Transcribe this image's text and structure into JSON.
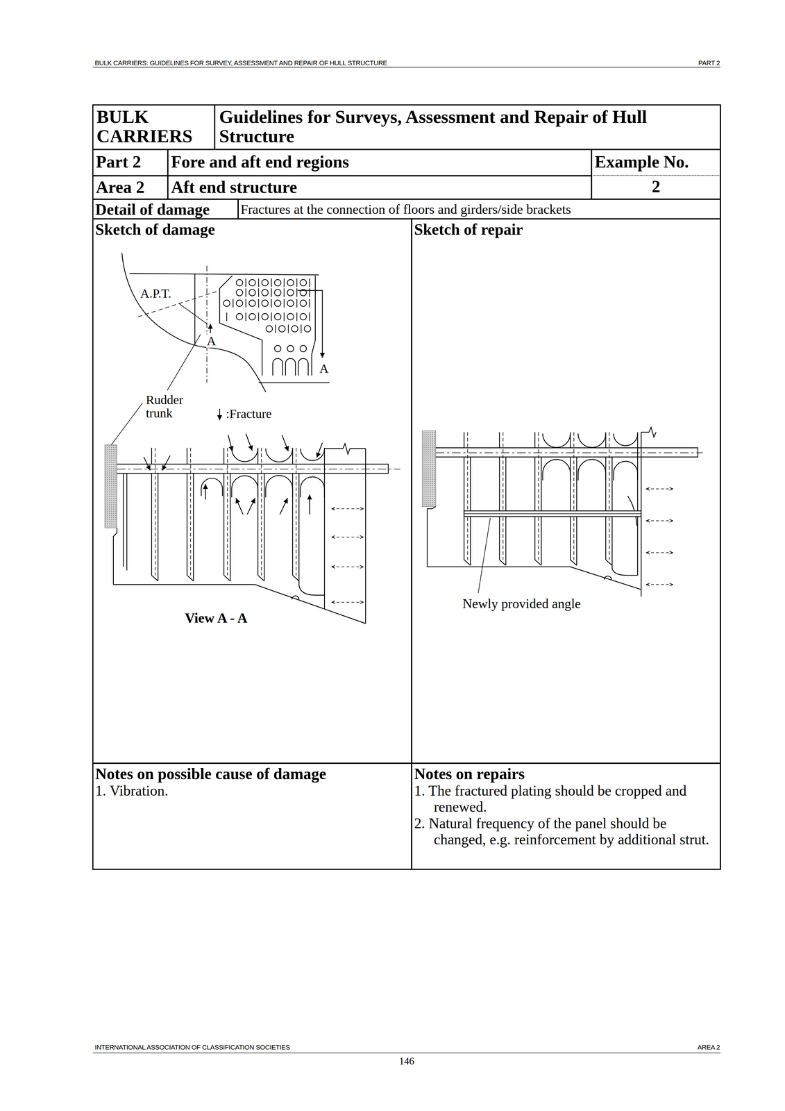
{
  "diagram": {
    "nodes": [
      {
        "text": [
          "BULK CARRIERS"
        ]
      },
      {
        "text": [
          "Guidelines for Surveys, Assessment and Repair of Hull Structure"
        ]
      },
      {
        "text": [
          "Part 2"
        ]
      },
      {
        "text": [
          "Fore and aft end regions"
        ]
      },
      {
        "text": [
          "Example No."
        ]
      },
      {
        "text": [
          "Area 2"
        ]
      },
      {
        "text": [
          "Aft end structure"
        ]
      },
      {
        "text": [
          "2"
        ]
      },
      {
        "text": [
          "Detail of damage"
        ]
      },
      {
        "text": [
          "Fractures at the connection of floors and girders/side brackets"
        ]
      },
      {
        "text": [
          "Sketch of damage"
        ]
      },
      {
        "text": [
          "Sketch of repair"
        ]
      },
      {
        "text": [
          "Notes on possible cause of damage",
          "1. Vibration."
        ]
      },
      {
        "text": [
          "Notes on repairs",
          "1. The fractured plating should be cropped and renewed.",
          "2. Natural frequency of the panel should be changed, e.g. reinforcement by additional strut."
        ]
      }
    ],
    "labels": [
      "BULK CARRIERS: GUIDELINES FOR SURVEY, ASSESSMENT AND REPAIR OF HULL STRUCTURE",
      "PART 2",
      "A.P.T.",
      "A",
      "A",
      "Rudder trunk",
      ":Fracture",
      "View A - A",
      "Newly provided angle",
      "INTERNATIONAL ASSOCIATION OF CLASSIFICATION SOCIETIES",
      "AREA 2",
      "146"
    ]
  }
}
